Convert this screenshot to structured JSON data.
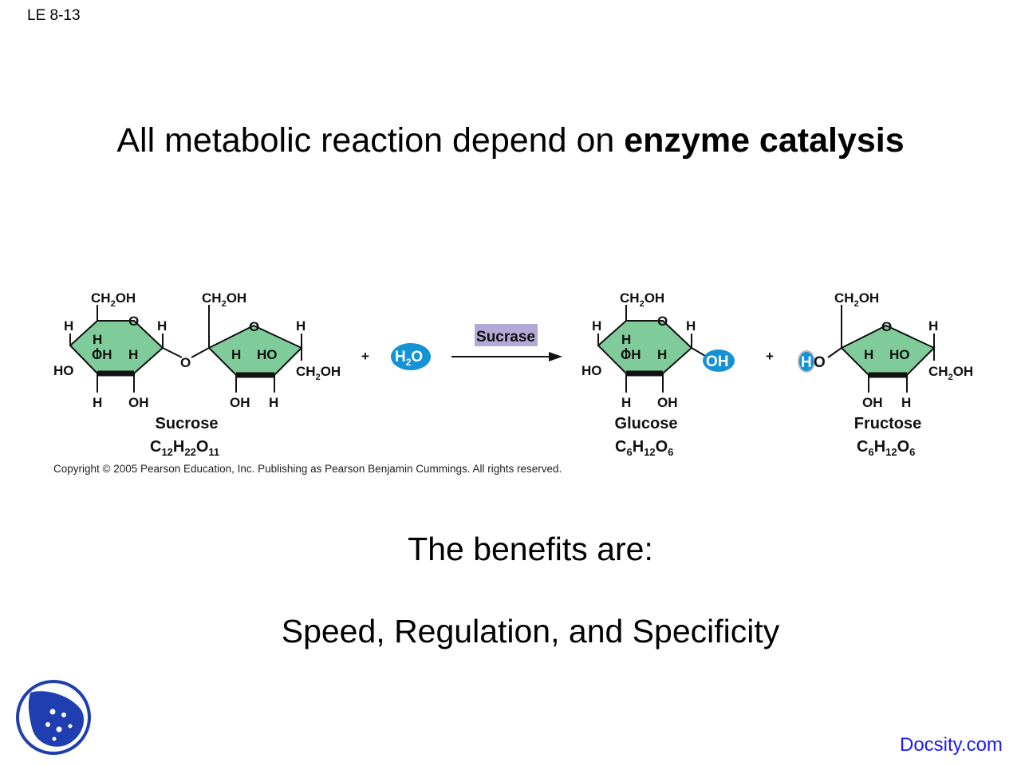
{
  "slide": {
    "label": "LE 8-13"
  },
  "title": {
    "normal": "All metabolic reaction depend on ",
    "bold": "enzyme catalysis"
  },
  "reaction": {
    "plus": "+",
    "water": {
      "H": "H",
      "sub": "2",
      "O": "O"
    },
    "enzyme": "Sucrase",
    "sucrose": {
      "name": "Sucrose",
      "formula": {
        "C": "C",
        "c_sub": "12",
        "H": "H",
        "h_sub": "22",
        "O": "O",
        "o_sub": "11"
      },
      "labels": {
        "ch2oh": "CH",
        "ch2oh_sub": "2",
        "ch2oh_tail": "OH",
        "ring_o": "O",
        "h": "H",
        "oh": "OH",
        "ho": "HO",
        "bridge_o": "O"
      }
    },
    "glucose": {
      "name": "Glucose",
      "formula": {
        "C": "C",
        "c_sub": "6",
        "H": "H",
        "h_sub": "12",
        "O": "O",
        "o_sub": "6"
      },
      "highlight": "OH"
    },
    "fructose": {
      "name": "Fructose",
      "formula": {
        "C": "C",
        "c_sub": "6",
        "H": "H",
        "h_sub": "12",
        "O": "O",
        "o_sub": "6"
      },
      "highlight_h": "H",
      "highlight_o": "O"
    },
    "colors": {
      "ring_fill": "#7fcc9a",
      "highlight": "#1592d6",
      "enzyme_bg": "#b3a9d6"
    }
  },
  "copyright": "Copyright ©  2005 Pearson Education, Inc. Publishing as Pearson Benjamin Cummings. All rights reserved.",
  "benefits": {
    "heading": "The benefits are:",
    "list": "Speed, Regulation, and Specificity"
  },
  "logo": {
    "icon": "ladybug-logo-icon"
  },
  "brand": "Docsity.com"
}
